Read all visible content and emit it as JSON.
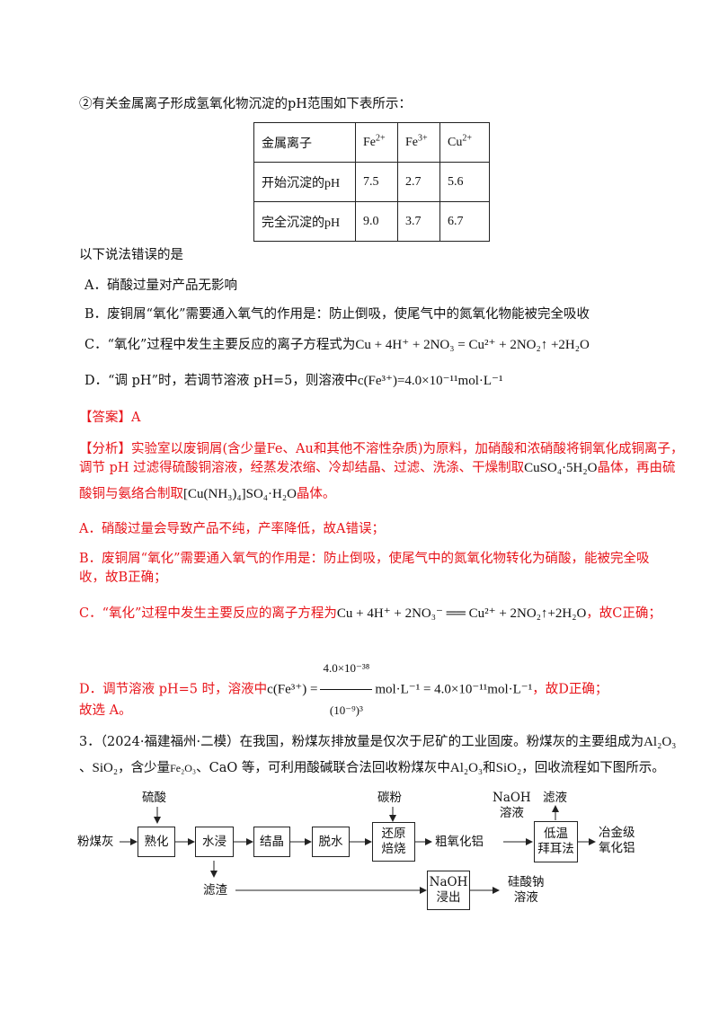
{
  "intro_line": "②有关金属离子形成氢氧化物沉淀的pH范围如下表所示：",
  "ph_table": {
    "header": [
      "金属离子",
      "Fe",
      "Fe",
      "Cu"
    ],
    "header_sup": [
      "",
      "2+",
      "3+",
      "2+"
    ],
    "rows": [
      [
        "开始沉淀的pH",
        "7.5",
        "2.7",
        "5.6"
      ],
      [
        "完全沉淀的pH",
        "9.0",
        "3.7",
        "6.7"
      ]
    ]
  },
  "question_prompt": "以下说法错误的是",
  "options": {
    "A": "A．硝酸过量对产品无影响",
    "B": "B．废铜屑“氧化”需要通入氧气的作用是：防止倒吸，使尾气中的氮氧化物能被完全吸收",
    "C_prefix": "C．“氧化”过程中发生主要反应的离子方程式为",
    "C_eq": "Cu + 4H⁺ + 2NO₃ = Cu²⁺ + 2NO₂↑ +2H₂O",
    "D_prefix": "D．“调 pH”时，若调节溶液 pH=5，则溶液中",
    "D_eq": "c(Fe³⁺)=4.0×10⁻¹¹mol·L⁻¹"
  },
  "answer": "【答案】A",
  "analysis": {
    "line1": "【分析】实验室以废铜屑(含少量Fe、Au和其他不溶性杂质)为原料，加硝酸和浓硝酸将铜氧化成铜离子，",
    "line2_pre": "调节 pH 过滤得硫酸铜溶液，经蒸发浓缩、冷却结晶、过滤、洗涤、干燥制取",
    "line2_formula": "CuSO₄·5H₂O",
    "line2_post": "晶体，再由硫",
    "line3_pre": "酸铜与氨络合制取",
    "line3_formula": "[Cu(NH₃)₄]SO₄·H₂O",
    "line3_post": "晶体。",
    "A": "A．硝酸过量会导致产品不纯，产率降低，故A错误；",
    "B1": "B．废铜屑“氧化”需要通入氧气的作用是：防止倒吸，使尾气中的氮氧化物转化为硝酸，能被完全吸",
    "B2": "收，故B正确；",
    "C_pre": "C．“氧化”过程中发生主要反应的离子方程为",
    "C_eq": "Cu + 4H⁺ + 2NO₃⁻ ══ Cu²⁺ + 2NO₂↑+2H₂O",
    "C_post": "，故C正确；",
    "D_pre": "D．调节溶液 pH=5 时，溶液中",
    "D_lhs": "c(Fe³⁺) =",
    "D_num": "4.0×10⁻³⁸",
    "D_den": "(10⁻⁹)³",
    "D_rhs": "mol·L⁻¹ = 4.0×10⁻¹¹mol·L⁻¹",
    "D_post": "，故D正确；",
    "conclusion": "故选 A。"
  },
  "question3": {
    "line1_pre": "3．（2024·福建福州·二模）在我国，粉煤灰排放量是仅次于尼矿的工业固废。粉煤灰的主要组成为",
    "line1_formula": "Al₂O₃",
    "line2_pre": "、",
    "line2_formula1": "SiO₂",
    "line2_mid": "，含少量",
    "line2_formula2": "Fe₂O₃",
    "line2_mid2": "、CaO 等，可利用酸碱联合法回收粉煤灰中",
    "line2_formula3": "Al₂O₃",
    "line2_and": "和",
    "line2_formula4": "SiO₂",
    "line2_post": "，回收流程如下图所示。"
  },
  "flowchart": {
    "input": "粉煤灰",
    "reagent1": "硫酸",
    "step1": "熟化",
    "step2": "水浸",
    "step3": "结晶",
    "step4": "脱水",
    "reagent2": "碳粉",
    "step5a": "还原",
    "step5b": "焙烧",
    "mid_product": "粗氧化铝",
    "reagent3a": "NaOH",
    "reagent3b": "溶液",
    "filtrate": "滤液",
    "step6a": "低温",
    "step6b": "拜耳法",
    "output1a": "冶金级",
    "output1b": "氧化铝",
    "residue": "滤渣",
    "step7a": "NaOH",
    "step7b": "浸出",
    "output2a": "硅酸钠",
    "output2b": "溶液"
  }
}
